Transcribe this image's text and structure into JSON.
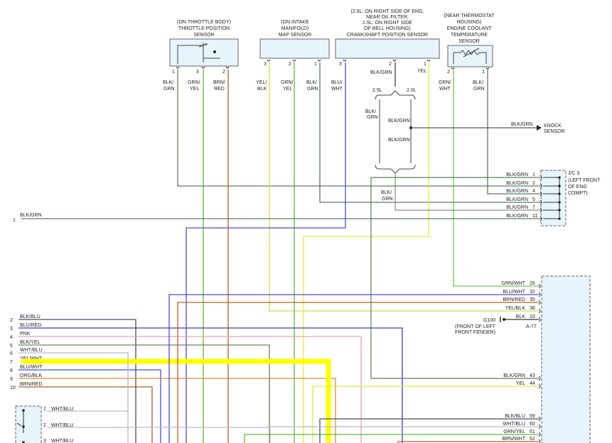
{
  "components": {
    "tps": {
      "caption": [
        "(ON THROTTLE BODY)",
        "THROTTLE POSITION",
        "SENSOR"
      ],
      "pins": [
        "1",
        "3",
        "2"
      ]
    },
    "map": {
      "caption": [
        "(ON INTAKE",
        "MANIFOLD)",
        "MAP SENSOR"
      ],
      "pins": [
        "3",
        "2",
        "1"
      ]
    },
    "ckp": {
      "caption": [
        "(2.0L: ON RIGHT SIDE OF ENG,",
        "NEAR OIL FILTER;",
        "2.5L: ON RIGHT SIDE",
        "OF BELL HOUSING)",
        "CRANKSHAFT POSITION SENSOR"
      ],
      "pins": [
        "3",
        "2",
        "1"
      ]
    },
    "ect": {
      "caption": [
        "(NEAR THERMOSTAT",
        "HOUSING)",
        "ENGINE COOLANT",
        "TEMPERATURE",
        "SENSOR"
      ],
      "pins": [
        "2",
        "1"
      ]
    }
  },
  "wire_labels": {
    "tps1": [
      "BLK/",
      "GRN"
    ],
    "tps3": [
      "GRN/",
      "YEL"
    ],
    "tps2": [
      "BRN/",
      "RED"
    ],
    "map3": [
      "YEL/",
      "BLK"
    ],
    "map2": [
      "GRN/",
      "YEL"
    ],
    "map1": [
      "BLK/",
      "GRN"
    ],
    "ckp3": [
      "BLU/",
      "WHT"
    ],
    "ckp2": "BLK/GRN",
    "ckp1": "YEL",
    "ect2": [
      "GRN/",
      "WHT"
    ],
    "ect1": [
      "BLK/",
      "GRN"
    ],
    "ckp_split_a": [
      "BLK/",
      "GRN"
    ],
    "ckp_split_b": "BLK/GRN",
    "ckp_split_c": "BLK/GRN",
    "knock_wire": "BLK/GRN",
    "jc_mid": [
      "BLK/",
      "GRN"
    ],
    "left_bus": "BLK/GRN"
  },
  "engine_variants": [
    "2.5L",
    "2.0L"
  ],
  "knock_sensor": [
    "KNOCK",
    "SENSOR"
  ],
  "jc3": {
    "label": [
      "J/C 3",
      "(LEFT FRONT",
      "OF ENG",
      "COMPT)"
    ],
    "pins": [
      {
        "wire": "BLK/GRN",
        "pin": "1"
      },
      {
        "wire": "BLK/GRN",
        "pin": "2"
      },
      {
        "wire": "BLK/GRN",
        "pin": "4"
      },
      {
        "wire": "BLK/GRN",
        "pin": "5"
      },
      {
        "wire": "BLK/GRN",
        "pin": "7"
      },
      {
        "wire": "BLK/GRN",
        "pin": "11"
      }
    ]
  },
  "left_bus_number": "1",
  "ecm_pins": [
    {
      "wire": "GRN/WHT",
      "pin": "26"
    },
    {
      "wire": "BLU/WHT",
      "pin": "32"
    },
    {
      "wire": "BRN/RED",
      "pin": "35"
    },
    {
      "wire": "YEL/BLK",
      "pin": "36"
    },
    {
      "wire": "BLK",
      "pin": "10"
    },
    {
      "wire": "BLK/GRN",
      "pin": "43"
    },
    {
      "wire": "YEL",
      "pin": "44"
    },
    {
      "wire": "BLK/BLU",
      "pin": "59"
    },
    {
      "wire": "WHT/BLU",
      "pin": "60"
    },
    {
      "wire": "GRN/YEL",
      "pin": "61"
    },
    {
      "wire": "BRN/WHT",
      "pin": "62"
    }
  ],
  "ground": {
    "name": "G100",
    "location": [
      "(FRONT OF LEFT",
      "FRONT FENDER)"
    ],
    "ref": "A-77"
  },
  "left_wires": [
    {
      "num": "2",
      "label": "BLK/BLU"
    },
    {
      "num": "3",
      "label": "BLU/RED"
    },
    {
      "num": "4",
      "label": "PNK"
    },
    {
      "num": "5",
      "label": "BLK/YEL"
    },
    {
      "num": "6",
      "label": "WHT/BLU"
    },
    {
      "num": "7",
      "label": "YEL/WHT"
    },
    {
      "num": "8",
      "label": "BLU/WHT"
    },
    {
      "num": "9",
      "label": "ORG/BLK"
    },
    {
      "num": "10",
      "label": "BRN/RED"
    }
  ],
  "left_connector": [
    {
      "pin": "1",
      "label": "WHT/BLU"
    },
    {
      "pin": "2",
      "label": "WHT/BLU"
    },
    {
      "pin": "3",
      "label": "WHT/BLU"
    }
  ],
  "colors": {
    "blk_grn": "#5f7a5f",
    "grn_yel": "#5fb63a",
    "brn_red": "#b8611c",
    "yel_blk": "#d8d84a",
    "blu_wht": "#4a4ad8",
    "yel": "#e8e83a",
    "grn_wht": "#6bc25a",
    "yel_wht_bold": "#ffff00",
    "blk_blu": "#4a4a6a",
    "blu_red": "#3a3ac8",
    "pnk": "#e6a0c0",
    "blk_yel": "#7a7a5a",
    "wht_blu": "#b8b8d0",
    "org_blk": "#e08a30",
    "brn": "#a8602a",
    "component_fill": "#e8f4fb"
  }
}
